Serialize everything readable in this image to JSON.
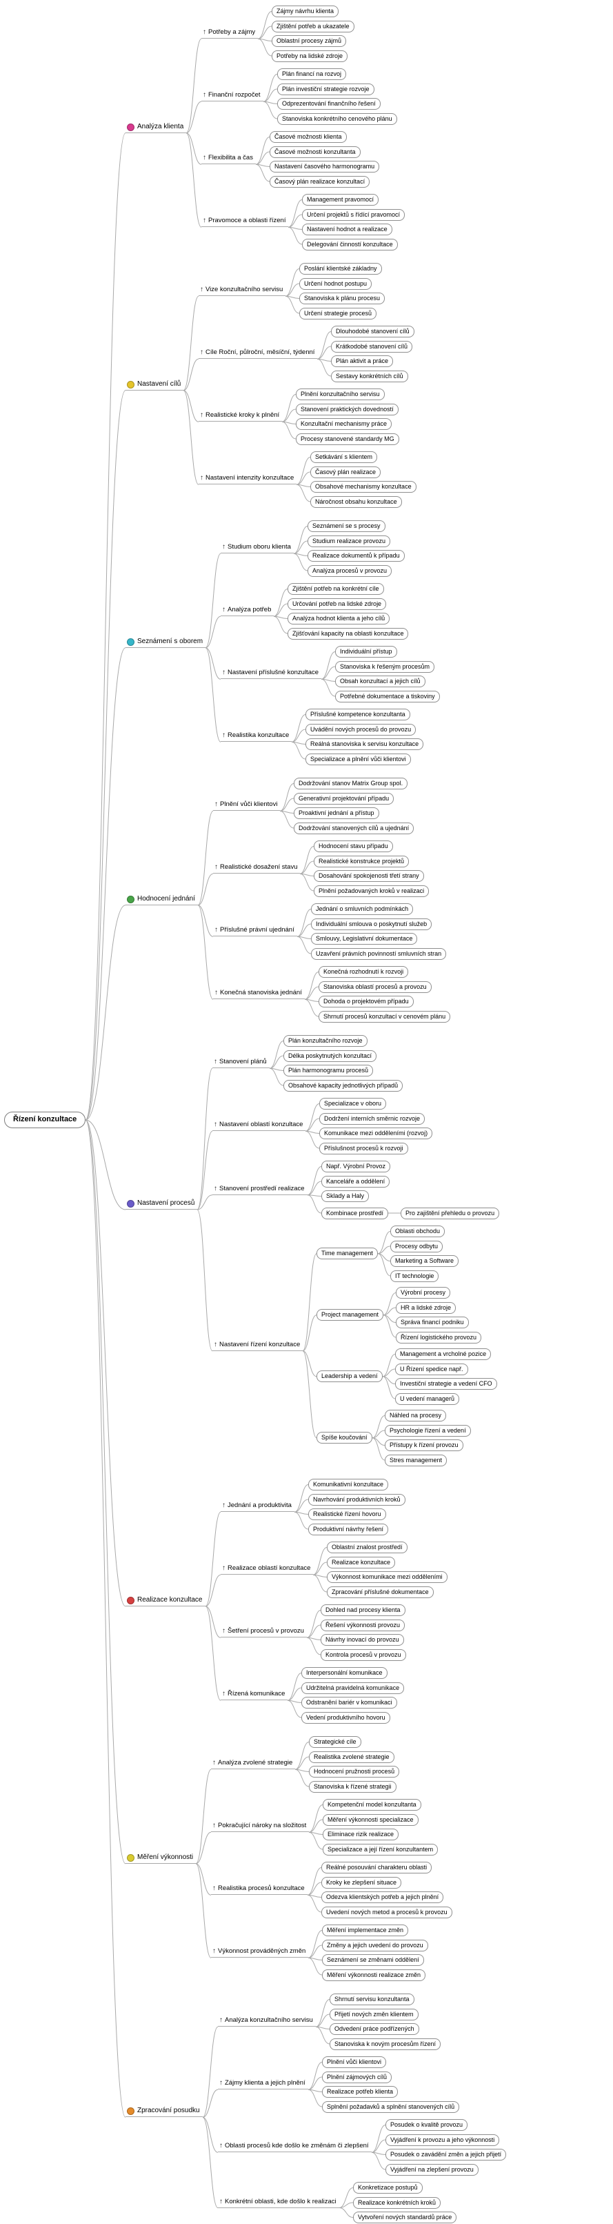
{
  "styles": {
    "background": "#ffffff",
    "edge_color": "#a9a9a9",
    "bubble_border_color": "#8f8f8f",
    "text_color": "#000000",
    "up_arrow_glyph": "↑"
  },
  "tree": {
    "label": "Řízení konzultace",
    "children": [
      {
        "label": "Analýza klienta",
        "icon": "magenta-circle-icon",
        "icon_color": "#d83a8e",
        "children": [
          {
            "label": "Potřeby a zájmy",
            "icon": "up-arrow-icon",
            "children": [
              {
                "label": "Zájmy návrhu klienta"
              },
              {
                "label": "Zjištění potřeb a ukazatele"
              },
              {
                "label": "Oblastní procesy zájmů"
              },
              {
                "label": "Potřeby na lidské zdroje"
              }
            ]
          },
          {
            "label": "Finanční rozpočet",
            "icon": "up-arrow-icon",
            "children": [
              {
                "label": "Plán financí na rozvoj"
              },
              {
                "label": "Plán investiční strategie rozvoje"
              },
              {
                "label": "Odprezentování finančního řešení"
              },
              {
                "label": "Stanoviska konkrétního cenového plánu"
              }
            ]
          },
          {
            "label": "Flexibilita a čas",
            "icon": "up-arrow-icon",
            "children": [
              {
                "label": "Časové možnosti klienta"
              },
              {
                "label": "Časové možnosti konzultanta"
              },
              {
                "label": "Nastavení časového harmonogramu"
              },
              {
                "label": "Časový plán realizace konzultací"
              }
            ]
          },
          {
            "label": "Pravomoce a oblasti řízení",
            "icon": "up-arrow-icon",
            "children": [
              {
                "label": "Management pravomocí"
              },
              {
                "label": "Určení projektů s řídící pravomocí"
              },
              {
                "label": "Nastavení hodnot a realizace"
              },
              {
                "label": "Delegování činností konzultace"
              }
            ]
          }
        ]
      },
      {
        "label": "Nastavení cílů",
        "icon": "yellow-circle-icon",
        "icon_color": "#e5c42a",
        "children": [
          {
            "label": "Vize konzultačního servisu",
            "icon": "up-arrow-icon",
            "children": [
              {
                "label": "Poslání klientské základny"
              },
              {
                "label": "Určení hodnot postupu"
              },
              {
                "label": "Stanoviska k plánu procesu"
              },
              {
                "label": "Určení strategie procesů"
              }
            ]
          },
          {
            "label": "Cíle Roční, půlroční, měsíční, týdenní",
            "icon": "up-arrow-icon",
            "children": [
              {
                "label": "Dlouhodobé stanovení cílů"
              },
              {
                "label": "Krátkodobé stanovení cílů"
              },
              {
                "label": "Plán aktivit a práce"
              },
              {
                "label": "Sestavy konkrétních cílů"
              }
            ]
          },
          {
            "label": "Realistické kroky k plnění",
            "icon": "up-arrow-icon",
            "children": [
              {
                "label": "Plnění konzultačního servisu"
              },
              {
                "label": "Stanovení praktických dovedností"
              },
              {
                "label": "Konzultační mechanismy práce"
              },
              {
                "label": "Procesy stanovené standardy MG"
              }
            ]
          },
          {
            "label": "Nastavení intenzity konzultace",
            "icon": "up-arrow-icon",
            "children": [
              {
                "label": "Setkávání s klientem"
              },
              {
                "label": "Časový plán realizace"
              },
              {
                "label": "Obsahové mechanismy konzultace"
              },
              {
                "label": "Náročnost obsahu konzultace"
              }
            ]
          }
        ]
      },
      {
        "label": "Seznámení s oborem",
        "icon": "cyan-circle-icon",
        "icon_color": "#35b6c9",
        "children": [
          {
            "label": "Studium oboru klienta",
            "icon": "up-arrow-icon",
            "children": [
              {
                "label": "Seznámení se s procesy"
              },
              {
                "label": "Studium realizace provozu"
              },
              {
                "label": "Realizace dokumentů k případu"
              },
              {
                "label": "Analýza procesů v provozu"
              }
            ]
          },
          {
            "label": "Analýza potřeb",
            "icon": "up-arrow-icon",
            "children": [
              {
                "label": "Zjištění potřeb na konkrétní cíle"
              },
              {
                "label": "Určování potřeb na lidské zdroje"
              },
              {
                "label": "Analýza hodnot klienta a jeho cílů"
              },
              {
                "label": "Zjišťování kapacity na oblasti konzultace"
              }
            ]
          },
          {
            "label": "Nastavení příslušné konzultace",
            "icon": "up-arrow-icon",
            "children": [
              {
                "label": "Individuální přístup"
              },
              {
                "label": "Stanoviska k řešeným procesům"
              },
              {
                "label": "Obsah konzultací a jejich cílů"
              },
              {
                "label": "Potřebné dokumentace a tiskoviny"
              }
            ]
          },
          {
            "label": "Realistika konzultace",
            "icon": "up-arrow-icon",
            "children": [
              {
                "label": "Příslušné kompetence konzultanta"
              },
              {
                "label": "Uvádění nových procesů do provozu"
              },
              {
                "label": "Reálná stanoviska k servisu konzultace"
              },
              {
                "label": "Specializace a plnění vůči klientovi"
              }
            ]
          }
        ]
      },
      {
        "label": "Hodnocení jednání",
        "icon": "green-circle-icon",
        "icon_color": "#47a447",
        "children": [
          {
            "label": "Plnění vůči klientovi",
            "icon": "up-arrow-icon",
            "children": [
              {
                "label": "Dodržování stanov Matrix Group spol."
              },
              {
                "label": "Generativní projektování případu"
              },
              {
                "label": "Proaktivní jednání a přístup"
              },
              {
                "label": "Dodržování stanovených cílů a ujednání"
              }
            ]
          },
          {
            "label": "Realistické dosažení stavu",
            "icon": "up-arrow-icon",
            "children": [
              {
                "label": "Hodnocení stavu případu"
              },
              {
                "label": "Realistické konstrukce projektů"
              },
              {
                "label": "Dosahování spokojenosti třetí strany"
              },
              {
                "label": "Plnění požadovaných kroků v realizaci"
              }
            ]
          },
          {
            "label": "Příslušné právní ujednání",
            "icon": "up-arrow-icon",
            "children": [
              {
                "label": "Jednání o smluvních podmínkách"
              },
              {
                "label": "Individuální smlouva o poskytnutí služeb"
              },
              {
                "label": "Smlouvy, Legislativní dokumentace"
              },
              {
                "label": "Uzavření právních povinností smluvních stran"
              }
            ]
          },
          {
            "label": "Konečná stanoviska jednání",
            "icon": "up-arrow-icon",
            "children": [
              {
                "label": "Konečná rozhodnutí k rozvoji"
              },
              {
                "label": "Stanoviska oblastí procesů a provozu"
              },
              {
                "label": "Dohoda o projektovém případu"
              },
              {
                "label": "Shrnutí procesů konzultací v cenovém plánu"
              }
            ]
          }
        ]
      },
      {
        "label": "Nastavení procesů",
        "icon": "violet-circle-icon",
        "icon_color": "#6a5bc9",
        "children": [
          {
            "label": "Stanovení plánů",
            "icon": "up-arrow-icon",
            "children": [
              {
                "label": "Plán konzultačního rozvoje"
              },
              {
                "label": "Délka poskytnutých konzultací"
              },
              {
                "label": "Plán harmonogramu procesů"
              },
              {
                "label": "Obsahové kapacity jednotlivých případů"
              }
            ]
          },
          {
            "label": "Nastavení oblastí konzultace",
            "icon": "up-arrow-icon",
            "children": [
              {
                "label": "Specializace v oboru"
              },
              {
                "label": "Dodržení interních směrnic rozvoje"
              },
              {
                "label": "Komunikace mezi odděleními (rozvoj)"
              },
              {
                "label": "Příslušnost procesů k rozvoji"
              }
            ]
          },
          {
            "label": "Stanovení prostředí realizace",
            "icon": "up-arrow-icon",
            "children": [
              {
                "label": "Např. Výrobní Provoz"
              },
              {
                "label": "Kanceláře a oddělení"
              },
              {
                "label": "Sklady a Haly"
              },
              {
                "label": "Kombinace prostředí",
                "children": [
                  {
                    "label": "Pro zajištění přehledu o provozu"
                  }
                ]
              }
            ]
          },
          {
            "label": "Nastavení řízení konzultace",
            "icon": "up-arrow-icon",
            "children": [
              {
                "label": "Time management",
                "children": [
                  {
                    "label": "Oblasti obchodu"
                  },
                  {
                    "label": "Procesy odbytu"
                  },
                  {
                    "label": "Marketing a Software"
                  },
                  {
                    "label": "IT technologie"
                  }
                ]
              },
              {
                "label": "Project management",
                "children": [
                  {
                    "label": "Výrobní procesy"
                  },
                  {
                    "label": "HR a lidské zdroje"
                  },
                  {
                    "label": "Správa financí podniku"
                  },
                  {
                    "label": "Řízení logistického provozu"
                  }
                ]
              },
              {
                "label": "Leadership a vedení",
                "children": [
                  {
                    "label": "Management a vrcholné pozice"
                  },
                  {
                    "label": "U Řízení spedice např."
                  },
                  {
                    "label": "Investiční strategie a vedení CFO"
                  },
                  {
                    "label": "U vedení managerů"
                  }
                ]
              },
              {
                "label": "Spíše koučování",
                "children": [
                  {
                    "label": "Náhled na procesy"
                  },
                  {
                    "label": "Psychologie řízení a vedení"
                  },
                  {
                    "label": "Přístupy k řízení provozu"
                  },
                  {
                    "label": "Stres management"
                  }
                ]
              }
            ]
          }
        ]
      },
      {
        "label": "Realizace konzultace",
        "icon": "red-circle-icon",
        "icon_color": "#d64040",
        "children": [
          {
            "label": "Jednání a produktivita",
            "icon": "up-arrow-icon",
            "children": [
              {
                "label": "Komunikativní konzultace"
              },
              {
                "label": "Navrhování produktivních kroků"
              },
              {
                "label": "Realistické řízení hovoru"
              },
              {
                "label": "Produktivní návrhy řešení"
              }
            ]
          },
          {
            "label": "Realizace oblastí konzultace",
            "icon": "up-arrow-icon",
            "children": [
              {
                "label": "Oblastní znalost prostředí"
              },
              {
                "label": "Realizace konzultace"
              },
              {
                "label": "Výkonnost komunikace mezi odděleními"
              },
              {
                "label": "Zpracování příslušné dokumentace"
              }
            ]
          },
          {
            "label": "Šetření procesů v provozu",
            "icon": "up-arrow-icon",
            "children": [
              {
                "label": "Dohled nad procesy klienta"
              },
              {
                "label": "Řešení výkonnosti provozu"
              },
              {
                "label": "Návrhy inovací do provozu"
              },
              {
                "label": "Kontrola procesů v provozu"
              }
            ]
          },
          {
            "label": "Řízená komunikace",
            "icon": "up-arrow-icon",
            "children": [
              {
                "label": "Interpersonální komunikace"
              },
              {
                "label": "Udržitelná pravidelná komunikace"
              },
              {
                "label": "Odstranění bariér v komunikaci"
              },
              {
                "label": "Vedení produktivního hovoru"
              }
            ]
          }
        ]
      },
      {
        "label": "Měření výkonnosti",
        "icon": "yellow-circle-icon",
        "icon_color": "#d9cb30",
        "children": [
          {
            "label": "Analýza zvolené strategie",
            "icon": "up-arrow-icon",
            "children": [
              {
                "label": "Strategické cíle"
              },
              {
                "label": "Realistika zvolené strategie"
              },
              {
                "label": "Hodnocení pružnosti procesů"
              },
              {
                "label": "Stanoviska k řízené strategii"
              }
            ]
          },
          {
            "label": "Pokračující nároky na složitost",
            "icon": "up-arrow-icon",
            "children": [
              {
                "label": "Kompetenční model konzultanta"
              },
              {
                "label": "Měření výkonnosti specializace"
              },
              {
                "label": "Eliminace rizik realizace"
              },
              {
                "label": "Specializace a její řízení konzultantem"
              }
            ]
          },
          {
            "label": "Realistika procesů konzultace",
            "icon": "up-arrow-icon",
            "children": [
              {
                "label": "Reálné posouvání charakteru oblasti"
              },
              {
                "label": "Kroky ke zlepšení situace"
              },
              {
                "label": "Odezva klientských potřeb a jejich plnění"
              },
              {
                "label": "Uvedení nových metod a procesů k provozu"
              }
            ]
          },
          {
            "label": "Výkonnost prováděných změn",
            "icon": "up-arrow-icon",
            "children": [
              {
                "label": "Měření implementace změn"
              },
              {
                "label": "Změny a jejich uvedení do provozu"
              },
              {
                "label": "Seznámení se změnami oddělení"
              },
              {
                "label": "Měření výkonnosti realizace změn"
              }
            ]
          }
        ]
      },
      {
        "label": "Zpracování posudku",
        "icon": "orange-circle-icon",
        "icon_color": "#e58b2a",
        "children": [
          {
            "label": "Analýza konzultačního servisu",
            "icon": "up-arrow-icon",
            "children": [
              {
                "label": "Shrnutí servisu konzultanta"
              },
              {
                "label": "Přijetí nových změn klientem"
              },
              {
                "label": "Odvedení práce podřízených"
              },
              {
                "label": "Stanoviska k novým procesům řízení"
              }
            ]
          },
          {
            "label": "Zájmy klienta a jejich plnění",
            "icon": "up-arrow-icon",
            "children": [
              {
                "label": "Plnění vůči klientovi"
              },
              {
                "label": "Plnění zájmových cílů"
              },
              {
                "label": "Realizace potřeb klienta"
              },
              {
                "label": "Splnění požadavků a splnění stanovených cílů"
              }
            ]
          },
          {
            "label": "Oblasti procesů kde došlo ke změnám či zlepšení",
            "icon": "up-arrow-icon",
            "children": [
              {
                "label": "Posudek o kvalitě provozu"
              },
              {
                "label": "Vyjádření k provozu a jeho výkonnosti"
              },
              {
                "label": "Posudek o zavádění změn a jejich přijetí"
              },
              {
                "label": "Vyjádření na zlepšení provozu"
              }
            ]
          },
          {
            "label": "Konkrétní oblasti, kde došlo k realizaci",
            "icon": "up-arrow-icon",
            "children": [
              {
                "label": "Konkretizace postupů"
              },
              {
                "label": "Realizace konkrétních kroků"
              },
              {
                "label": "Vytvoření nových standardů práce"
              }
            ]
          }
        ]
      }
    ]
  }
}
